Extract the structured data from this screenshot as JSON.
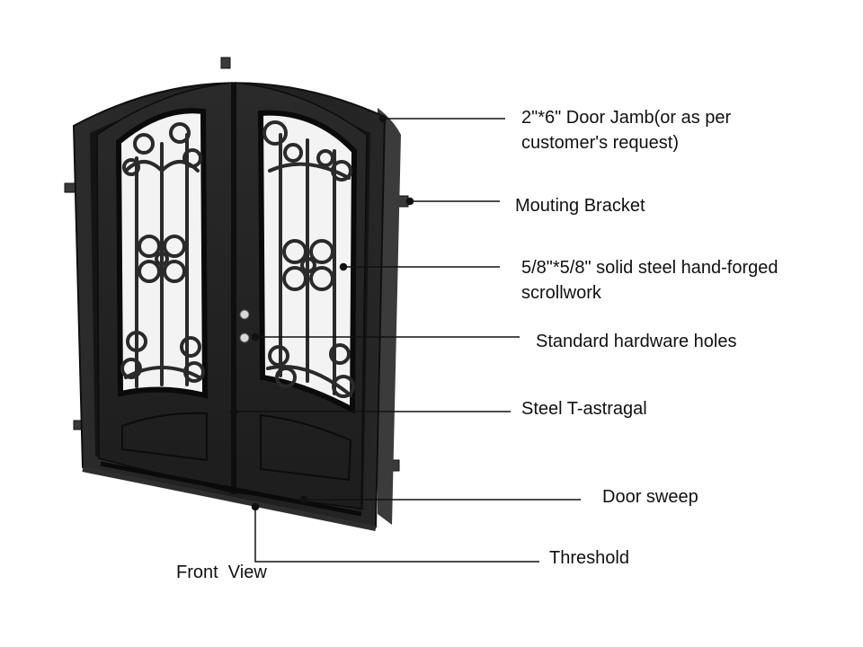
{
  "colors": {
    "frame": "#1c1c1c",
    "frame_edge": "#3a3a3a",
    "panel": "#232323",
    "panel_dark": "#121212",
    "glass": "#f2f2f2",
    "iron": "#2a2a2a",
    "leader": "#111111"
  },
  "labels": {
    "door_jamb_line1": "2\"*6\" Door Jamb(or as per",
    "door_jamb_line2": "customer's request)",
    "mounting_bracket": "Mouting Bracket",
    "scrollwork_line1": "5/8\"*5/8\" solid steel hand-forged",
    "scrollwork_line2": "scrollwork",
    "hardware_holes": "Standard hardware holes",
    "t_astragal": "Steel T-astragal",
    "door_sweep": "Door sweep",
    "threshold": "Threshold",
    "view_caption": "Front  View"
  }
}
